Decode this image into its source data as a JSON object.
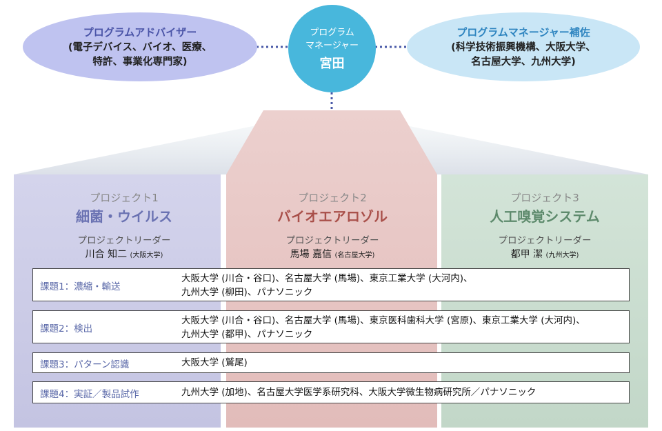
{
  "advisor": {
    "title": "プログラムアドバイザー",
    "line1": "(電子デバイス、バイオ、医療、",
    "line2": "特許、事業化専門家)"
  },
  "manager": {
    "line1": "プログラム",
    "line2": "マネージャー",
    "name": "宮田"
  },
  "assistant": {
    "title": "プログラムマネージャー補佐",
    "line1": "(科学技術振興機構、大阪大学、",
    "line2": "名古屋大学、九州大学)"
  },
  "projects": [
    {
      "number": "プロジェクト1",
      "name": "細菌・ウイルス",
      "leader_label": "プロジェクトリーダー",
      "leader": "川合 知二",
      "affiliation": "(大阪大学)",
      "color": "#6a72b2"
    },
    {
      "number": "プロジェクト2",
      "name": "バイオエアロゾル",
      "leader_label": "プロジェクトリーダー",
      "leader": "馬場 嘉信",
      "affiliation": "(名古屋大学)",
      "color": "#a9504a"
    },
    {
      "number": "プロジェクト3",
      "name": "人工嗅覚システム",
      "leader_label": "プロジェクトリーダー",
      "leader": "都甲 潔",
      "affiliation": "(九州大学)",
      "color": "#5d8a6c"
    }
  ],
  "tasks": [
    {
      "label": "課題1：濃縮・輸送",
      "line1": "大阪大学 (川合・谷口)、名古屋大学 (馬場)、東京工業大学 (大河内)、",
      "line2": "九州大学 (柳田)、パナソニック"
    },
    {
      "label": "課題2：検出",
      "line1": "大阪大学 (川合・谷口)、名古屋大学 (馬場)、東京医科歯科大学 (宮原)、東京工業大学 (大河内)、",
      "line2": "九州大学 (都甲)、パナソニック"
    },
    {
      "label": "課題3：パターン認識",
      "line1": "大阪大学 (鷲尾)"
    },
    {
      "label": "課題4：実証／製品試作",
      "line1": "九州大学 (加地)、名古屋大学医学系研究科、大阪大学微生物病研究所／パナソニック"
    }
  ],
  "colors": {
    "advisor_oval": "#bfc3f0",
    "advisor_title": "#4b55a8",
    "assistant_oval": "#c9e6f6",
    "assistant_title": "#2f85c0",
    "manager_circle": "#48b7dc",
    "project1_panel": "#d2d2ea",
    "project2_panel": "#e9c8c6",
    "project3_panel": "#cfe0d4"
  }
}
